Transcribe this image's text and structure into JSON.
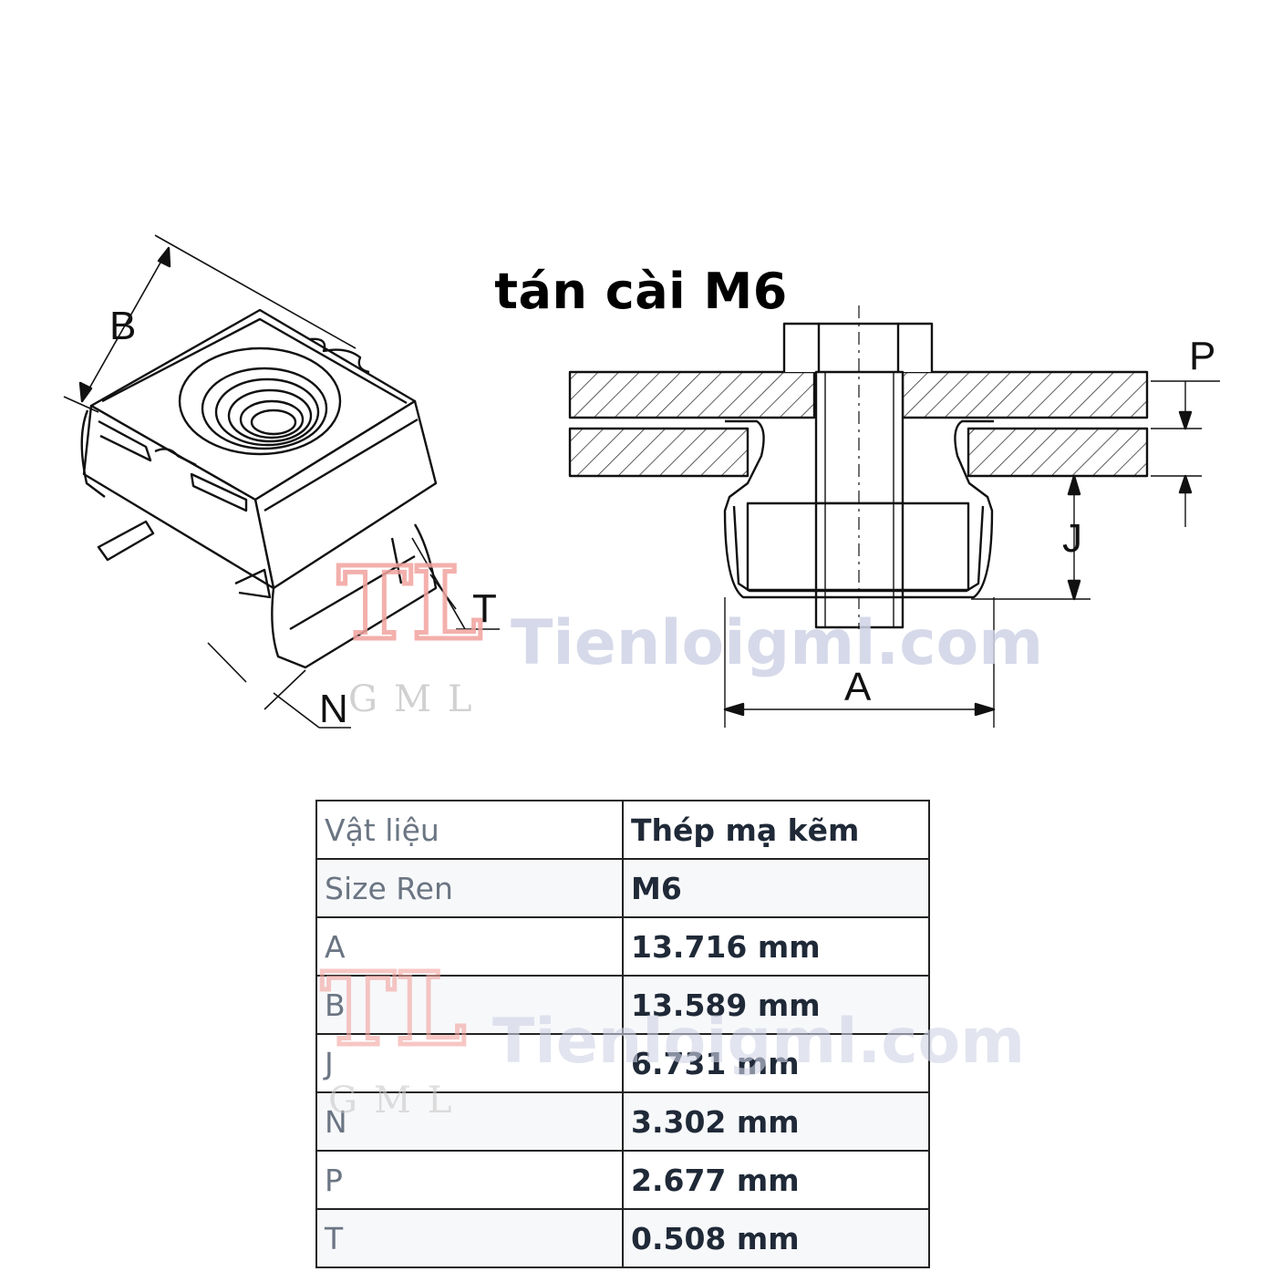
{
  "title": "tán cài M6",
  "dimension_labels": {
    "A": "A",
    "B": "B",
    "J": "J",
    "N": "N",
    "P": "P",
    "T": "T"
  },
  "watermark": {
    "site": "Tienloigml.com",
    "logo": "TL",
    "sub": "GML"
  },
  "specs": [
    {
      "label": "Vật liệu",
      "value": "Thép mạ kẽm"
    },
    {
      "label": "Size Ren",
      "value": "M6"
    },
    {
      "label": "A",
      "value": "13.716 mm"
    },
    {
      "label": "B",
      "value": "13.589 mm"
    },
    {
      "label": "J",
      "value": "6.731 mm"
    },
    {
      "label": "N",
      "value": "3.302 mm"
    },
    {
      "label": "P",
      "value": "2.677 mm"
    },
    {
      "label": "T",
      "value": "0.508 mm"
    }
  ]
}
